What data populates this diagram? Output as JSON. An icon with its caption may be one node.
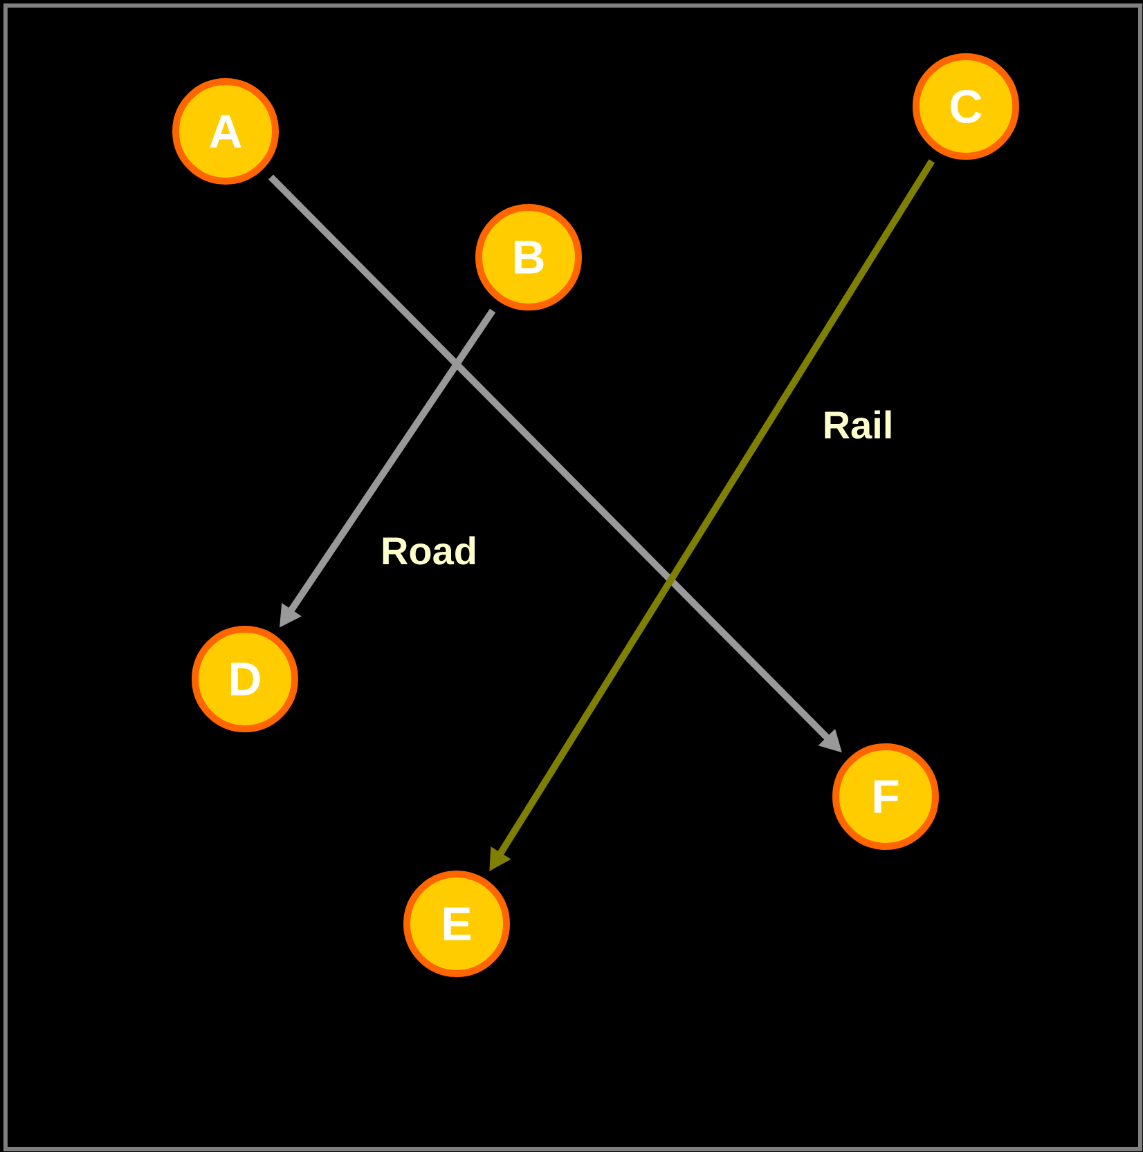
{
  "diagram": {
    "nodes": [
      {
        "text": [
          "A"
        ]
      },
      {
        "text": [
          "B"
        ]
      },
      {
        "text": [
          "C"
        ]
      },
      {
        "text": [
          "D"
        ]
      },
      {
        "text": [
          "E"
        ]
      },
      {
        "text": [
          "F"
        ]
      }
    ],
    "edges": [
      {
        "from": 0,
        "to": 5,
        "arrow": "to"
      },
      {
        "from": 1,
        "to": 3,
        "arrow": "to",
        "label": "Road"
      },
      {
        "from": 2,
        "to": 4,
        "arrow": "to",
        "label": "Rail",
        "color": "#808000"
      }
    ]
  }
}
